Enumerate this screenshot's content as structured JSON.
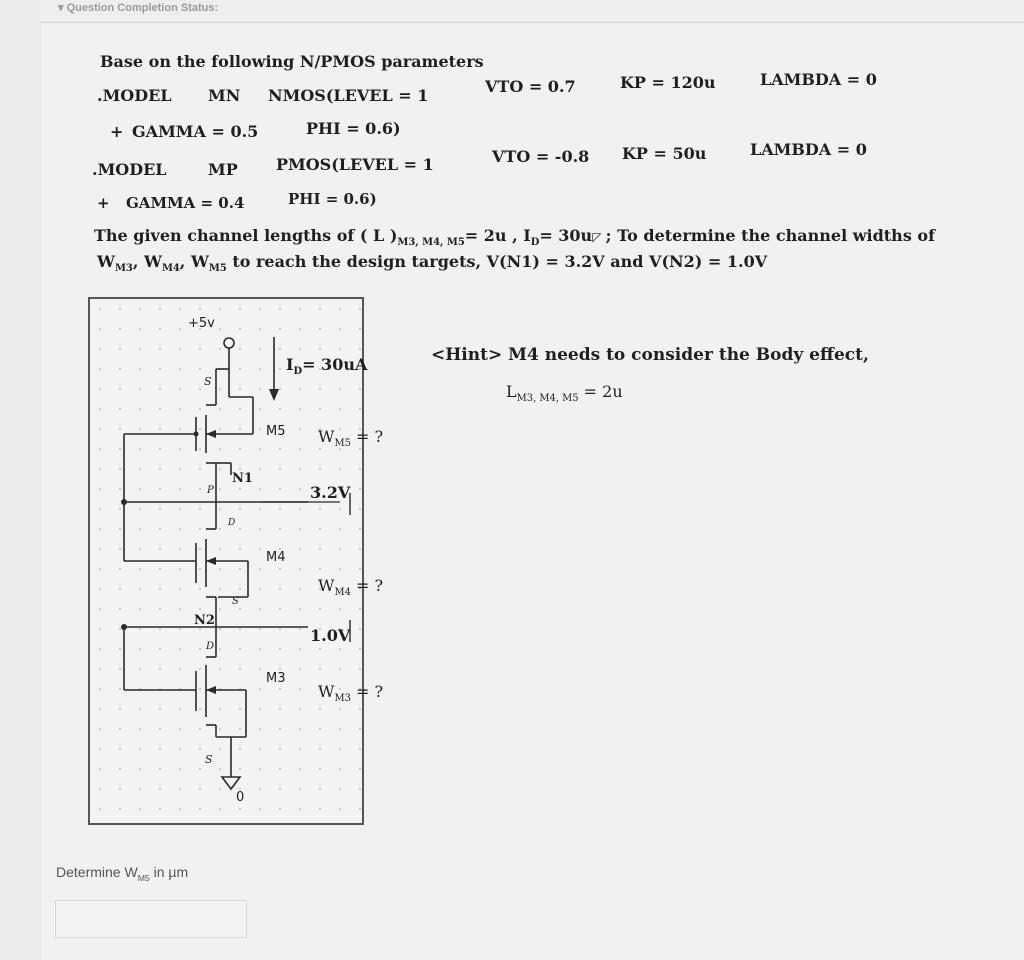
{
  "header": {
    "status": "Question Completion Status:"
  },
  "question": {
    "line1": "Base on the following N/PMOS parameters",
    "nmos": {
      "a": ".MODEL",
      "b": "MN",
      "c": "NMOS(LEVEL = 1",
      "vto": "VTO = 0.7",
      "kp": "KP = 120u",
      "lambda": "LAMBDA = 0",
      "plus": "+",
      "gamma": "GAMMA = 0.5",
      "phi": "PHI = 0.6)"
    },
    "pmos": {
      "a": ".MODEL",
      "b": "MP",
      "c": "PMOS(LEVEL = 1",
      "vto": "VTO = -0.8",
      "kp": "KP = 50u",
      "lambda": "LAMBDA = 0",
      "plus": "+",
      "gamma": "GAMMA = 0.4",
      "phi": "PHI = 0.6)"
    },
    "given": {
      "p1": "The given channel lengths of ( L )",
      "p1sub": "M3, M4, M5",
      "p2": "= 2u , I",
      "p2sub": "D",
      "p3": "= 30u",
      "p4": "; To determine the channel widths of"
    },
    "targets": {
      "w": "W",
      "s1": "M3",
      "c1": ", W",
      "s2": "M4",
      "c2": ", W",
      "s3": "M5",
      "rest": "to reach the design targets, V(N1) = 3.2V and V(N2) = 1.0V"
    }
  },
  "circuit": {
    "supply": "+5v",
    "id_label": "I",
    "id_sub": "D",
    "id_val": "= 30uA",
    "m5": "M5",
    "m4": "M4",
    "m3": "M3",
    "wm5": "W",
    "wm5sub": "M5",
    "wm5q": "= ?",
    "wm4": "W",
    "wm4sub": "M4",
    "wm4q": "= ?",
    "wm3": "W",
    "wm3sub": "M3",
    "wm3q": "= ?",
    "n1": "N1",
    "n2": "N2",
    "v1": "3.2V",
    "v2": "1.0V",
    "ground": "0",
    "s_top": "S",
    "p_n1": "P",
    "p_m4": "D",
    "s_m4": "S",
    "d_m3": "D",
    "s_m3": "S"
  },
  "hint": {
    "h1": "<Hint> M4 needs to consider the Body effect,",
    "h2": "L",
    "h2sub": "M3, M4, M5",
    "h2rest": " = 2u"
  },
  "answer": {
    "prompt": "Determine W",
    "promptsub": "M5",
    "promptrest": " in µm",
    "value": ""
  }
}
